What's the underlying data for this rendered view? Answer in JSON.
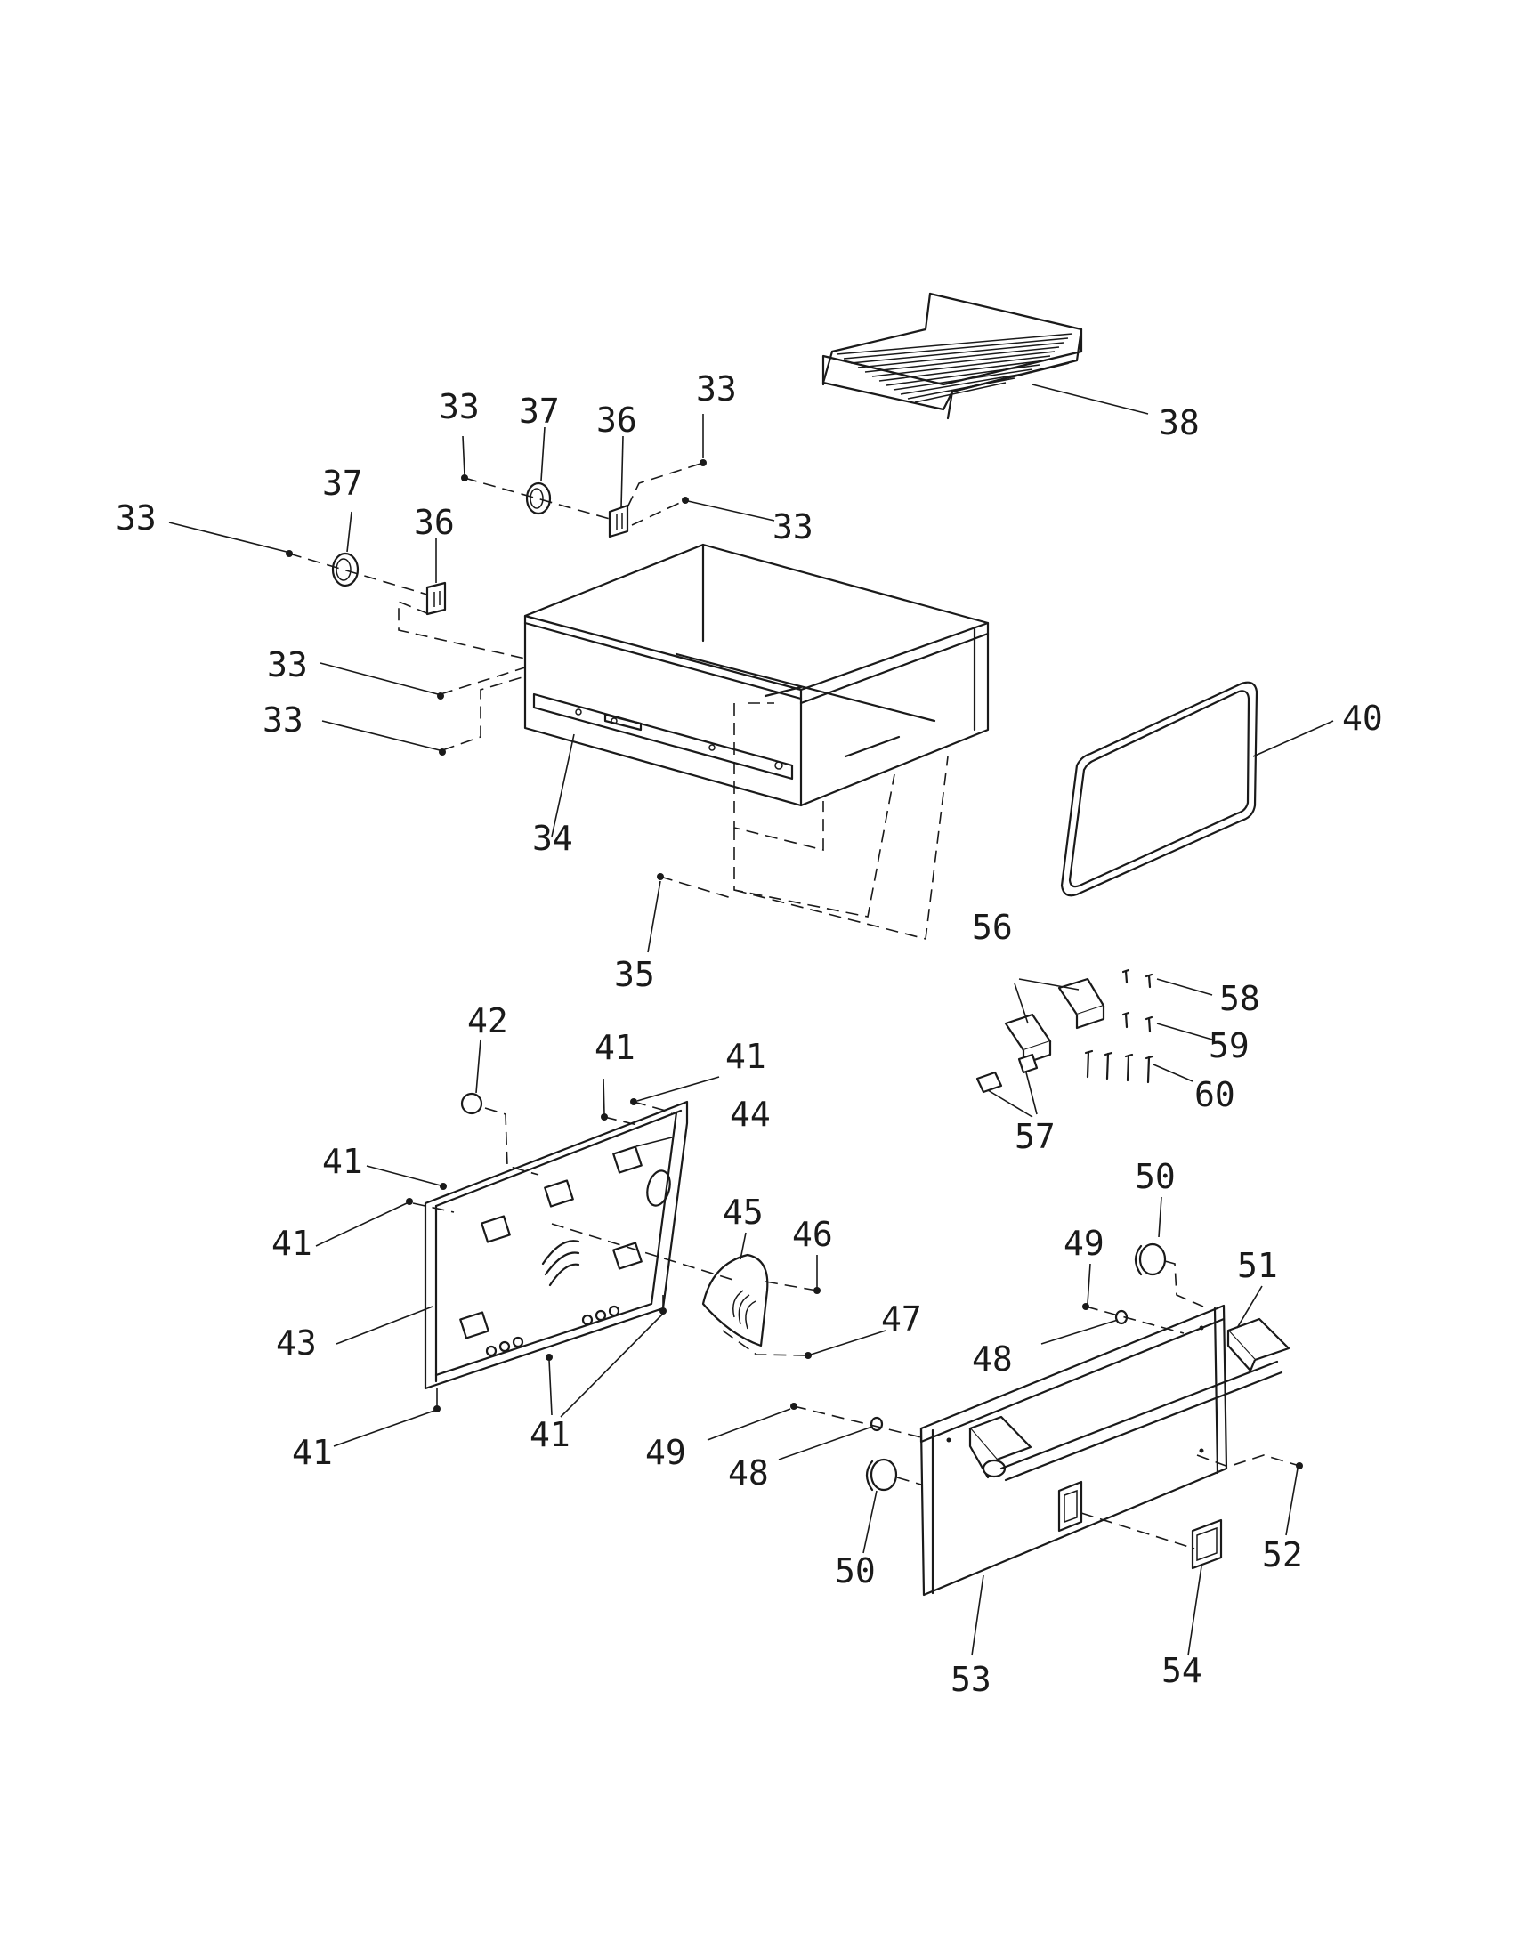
{
  "callouts": [
    {
      "id": "c33a",
      "text": "33"
    },
    {
      "id": "c37a",
      "text": "37"
    },
    {
      "id": "c36a",
      "text": "36"
    },
    {
      "id": "c33b",
      "text": "33"
    },
    {
      "id": "c33c",
      "text": "33"
    },
    {
      "id": "c33d",
      "text": "33"
    },
    {
      "id": "c37b",
      "text": "37"
    },
    {
      "id": "c36b",
      "text": "36"
    },
    {
      "id": "c33e",
      "text": "33"
    },
    {
      "id": "c33f",
      "text": "33"
    },
    {
      "id": "c38",
      "text": "38"
    },
    {
      "id": "c34",
      "text": "34"
    },
    {
      "id": "c35",
      "text": "35"
    },
    {
      "id": "c40",
      "text": "40"
    },
    {
      "id": "c56",
      "text": "56"
    },
    {
      "id": "c58",
      "text": "58"
    },
    {
      "id": "c59",
      "text": "59"
    },
    {
      "id": "c60",
      "text": "60"
    },
    {
      "id": "c57",
      "text": "57"
    },
    {
      "id": "c42",
      "text": "42"
    },
    {
      "id": "c41a",
      "text": "41"
    },
    {
      "id": "c41b",
      "text": "41"
    },
    {
      "id": "c44",
      "text": "44"
    },
    {
      "id": "c41c",
      "text": "41"
    },
    {
      "id": "c41d",
      "text": "41"
    },
    {
      "id": "c43",
      "text": "43"
    },
    {
      "id": "c45",
      "text": "45"
    },
    {
      "id": "c46",
      "text": "46"
    },
    {
      "id": "c47",
      "text": "47"
    },
    {
      "id": "c41e",
      "text": "41"
    },
    {
      "id": "c41f",
      "text": "41"
    },
    {
      "id": "c50a",
      "text": "50"
    },
    {
      "id": "c49a",
      "text": "49"
    },
    {
      "id": "c51",
      "text": "51"
    },
    {
      "id": "c48a",
      "text": "48"
    },
    {
      "id": "c49b",
      "text": "49"
    },
    {
      "id": "c48b",
      "text": "48"
    },
    {
      "id": "c50b",
      "text": "50"
    },
    {
      "id": "c52",
      "text": "52"
    },
    {
      "id": "c53",
      "text": "53"
    },
    {
      "id": "c54",
      "text": "54"
    }
  ]
}
